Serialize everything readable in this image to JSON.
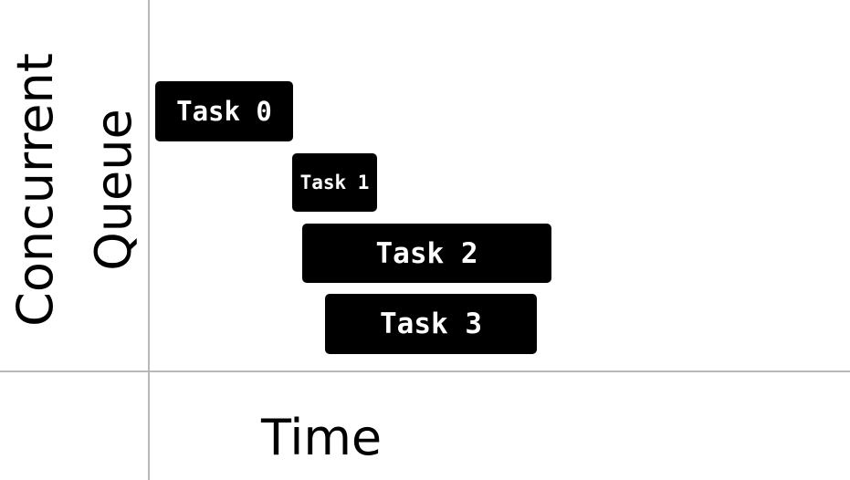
{
  "diagram": {
    "ylabel": "Concurrent\nQueue",
    "xlabel": "Time",
    "tasks": [
      {
        "label": "Task 0"
      },
      {
        "label": "Task 1"
      },
      {
        "label": "Task 2"
      },
      {
        "label": "Task 3"
      }
    ],
    "colors": {
      "task_fill": "#000000",
      "task_text": "#ffffff",
      "axis": "#b8b8b8",
      "text": "#000000"
    }
  }
}
